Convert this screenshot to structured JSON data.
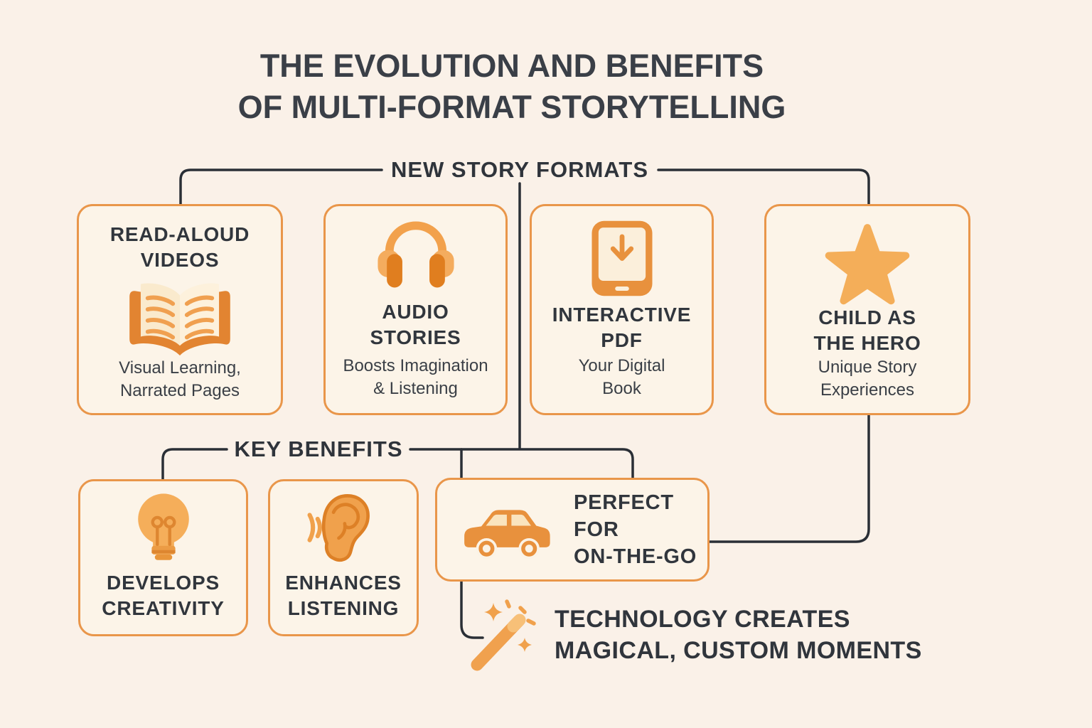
{
  "page": {
    "title_line1": "THE EVOLUTION AND BENEFITS",
    "title_line2": "OF MULTI-FORMAT STORYTELLING"
  },
  "sections": {
    "formats_label": "NEW STORY FORMATS",
    "benefits_label": "KEY BENEFITS"
  },
  "format_cards": [
    {
      "title_line1": "READ-ALOUD",
      "title_line2": "VIDEOS",
      "subtitle_line1": "Visual Learning,",
      "subtitle_line2": "Narrated Pages",
      "icon": "open-book-icon"
    },
    {
      "title_line1": "AUDIO",
      "title_line2": "STORIES",
      "subtitle_line1": "Boosts Imagination",
      "subtitle_line2": "& Listening",
      "icon": "headphones-icon"
    },
    {
      "title_line1": "INTERACTIVE",
      "title_line2": "PDF",
      "subtitle_line1": "Your Digital",
      "subtitle_line2": "Book",
      "icon": "tablet-download-icon"
    },
    {
      "title_line1": "CHILD AS",
      "title_line2": "THE HERO",
      "subtitle_line1": "Unique Story",
      "subtitle_line2": "Experiences",
      "icon": "star-icon"
    }
  ],
  "benefit_cards": [
    {
      "title_line1": "DEVELOPS",
      "title_line2": "CREATIVITY",
      "icon": "lightbulb-icon"
    },
    {
      "title_line1": "ENHANCES",
      "title_line2": "LISTENING",
      "icon": "ear-icon"
    },
    {
      "title_line1": "PERFECT FOR",
      "title_line2": "ON-THE-GO",
      "icon": "car-icon"
    }
  ],
  "footnote": {
    "line1": "TECHNOLOGY CREATES",
    "line2": "MAGICAL, CUSTOM MOMENTS",
    "icon": "magic-wand-icon"
  },
  "colors": {
    "background": "#FAF1E8",
    "card_background": "#FCF4E8",
    "card_border": "#E9964A",
    "connector": "#2A2F36",
    "heading_text": "#3A3F47",
    "orange_primary": "#EC9C4C",
    "orange_dark": "#DD8026",
    "orange_pale": "#FBEED7"
  }
}
